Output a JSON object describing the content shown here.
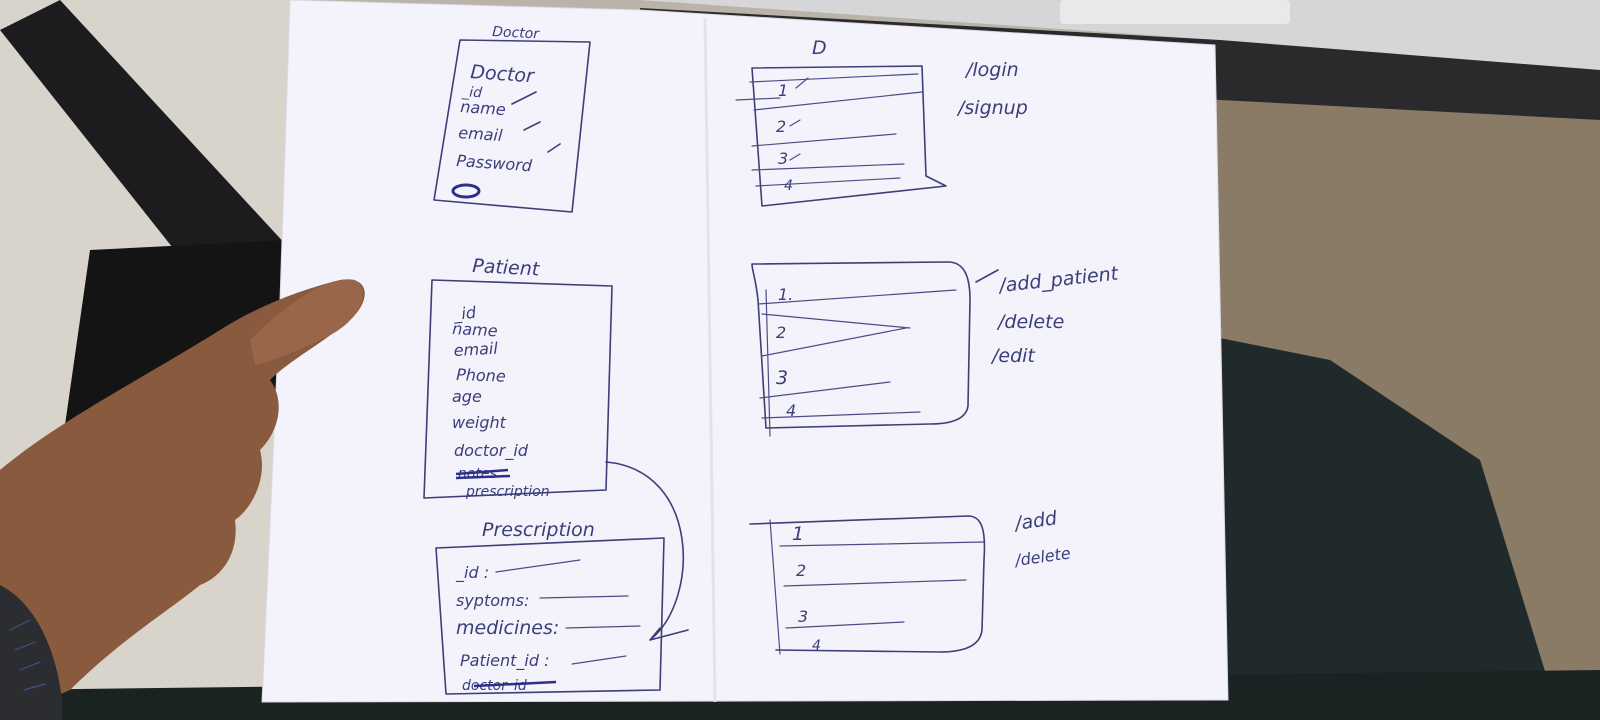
{
  "sketch": {
    "doctor_table": {
      "title": "Doctor",
      "fields": [
        "Doctor",
        "_id",
        "name",
        "email",
        "Password"
      ]
    },
    "patient_table": {
      "title": "Patient",
      "fields": [
        "_id",
        "name",
        "email",
        "Phone",
        "age",
        "weight",
        "doctor_id",
        "notes",
        "prescription"
      ]
    },
    "prescription_table": {
      "title": "Prescription",
      "fields": [
        "_id :",
        "syptoms:",
        "medicines:",
        "Patient_id :",
        "doctor_id"
      ]
    },
    "doctor_list_page": {
      "title": "D",
      "rows": [
        "1",
        "2",
        "3",
        "4"
      ],
      "routes": [
        "/login",
        "/signup"
      ]
    },
    "patient_list_page": {
      "rows": [
        "1.",
        "2",
        "3",
        "4"
      ],
      "routes": [
        "/add_patient",
        "/delete",
        "/edit"
      ]
    },
    "prescription_list_page": {
      "rows": [
        "1",
        "2",
        "3",
        "4"
      ],
      "routes": [
        "/add",
        "/delete"
      ]
    }
  },
  "colors": {
    "paper": "#f4f3fb",
    "ink": "#3d3f78",
    "background_floor": "#b6b0a8",
    "background_dark": "#26302f",
    "skin": "#8a5a3e"
  }
}
